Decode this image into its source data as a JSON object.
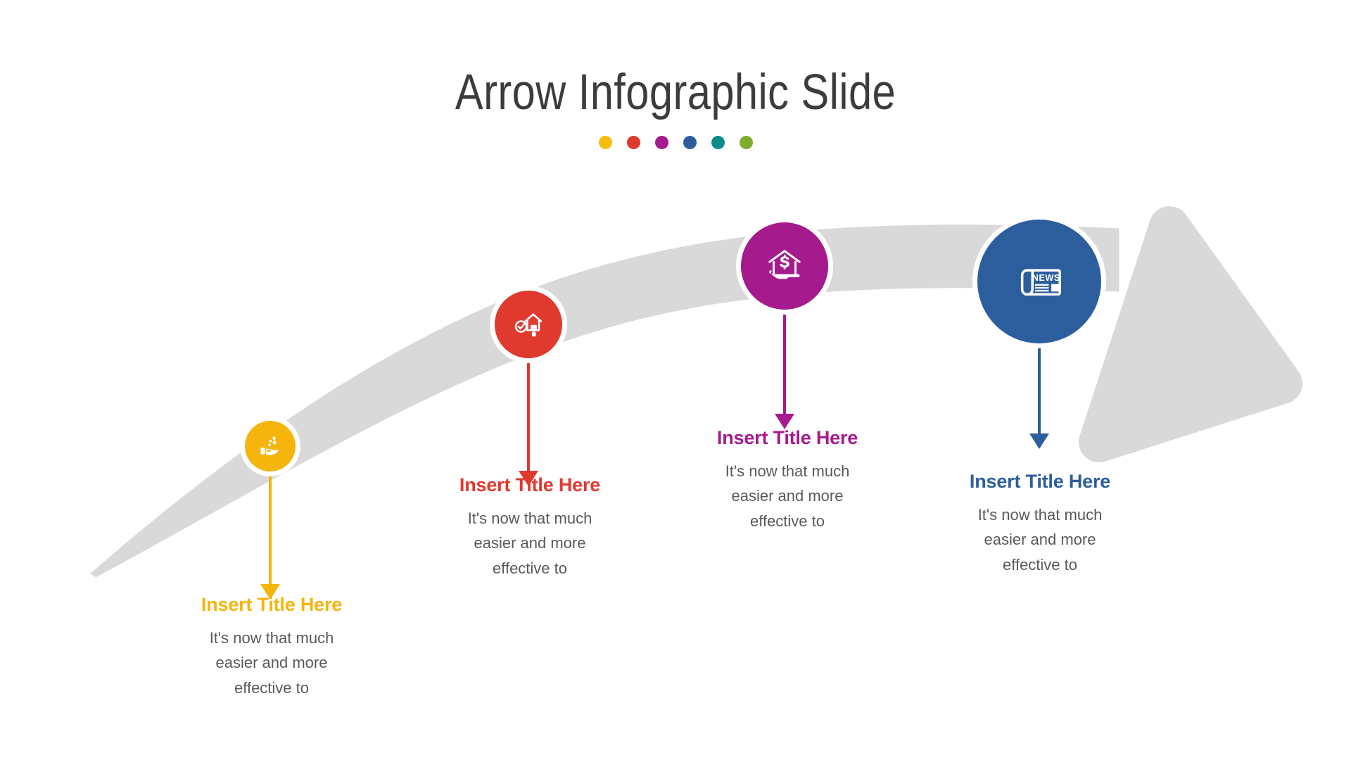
{
  "header": {
    "title": "Arrow Infographic Slide",
    "dots": [
      {
        "name": "header-dot-gold",
        "color": "#F5BE0F"
      },
      {
        "name": "header-dot-red",
        "color": "#E0392E"
      },
      {
        "name": "header-dot-magenta",
        "color": "#A51A8C"
      },
      {
        "name": "header-dot-blue",
        "color": "#2C5E9E"
      },
      {
        "name": "header-dot-teal",
        "color": "#0D8A8A"
      },
      {
        "name": "header-dot-green",
        "color": "#7FAD2B"
      }
    ]
  },
  "arrow": {
    "color": "#D9D9D9",
    "direction": "right"
  },
  "steps": [
    {
      "id": "step-1",
      "color": "#F5B50D",
      "icon": "hand-with-coins-icon",
      "title": "Insert Title Here",
      "body": "It's now that much easier and more effective to",
      "body_lines": [
        "It's now that much",
        "easier and more",
        "effective to"
      ]
    },
    {
      "id": "step-2",
      "color": "#E0392E",
      "icon": "house-check-paintroller-icon",
      "title": "Insert Title Here",
      "body": "It's now that much easier and more effective to",
      "body_lines": [
        "It's now that much",
        "easier and more",
        "effective to"
      ]
    },
    {
      "id": "step-3",
      "color": "#A51A8C",
      "icon": "hand-holding-house-dollar-icon",
      "title": "Insert Title Here",
      "body": "It's now that much easier and more effective to",
      "body_lines": [
        "It's now that much",
        "easier and more",
        "effective to"
      ]
    },
    {
      "id": "step-4",
      "color": "#2C5E9E",
      "icon": "newspaper-news-icon",
      "title": "Insert Title Here",
      "body": "It's now that much easier and more effective to",
      "body_lines": [
        "It's now that much",
        "easier and more",
        "effective to"
      ]
    }
  ]
}
